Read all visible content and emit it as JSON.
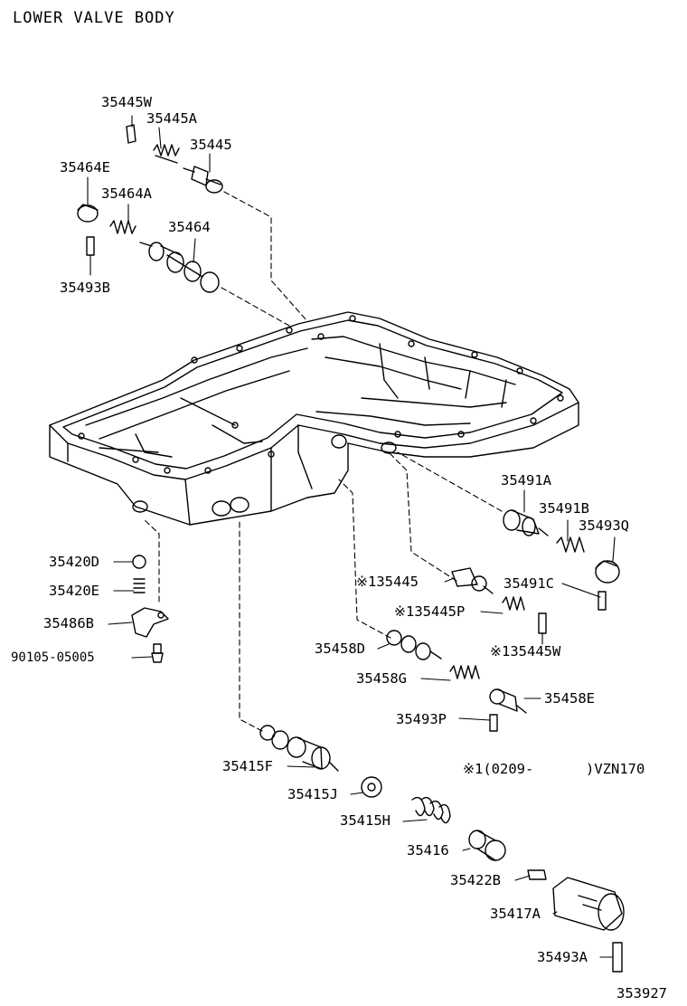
{
  "title": "LOWER VALVE BODY",
  "labels": {
    "p35445W": "35445W",
    "p35445A": "35445A",
    "p35445": "35445",
    "p35464E": "35464E",
    "p35464A": "35464A",
    "p35464": "35464",
    "p35493B": "35493B",
    "p35491A": "35491A",
    "p35491B": "35491B",
    "p35493Q": "35493Q",
    "p35491C": "35491C",
    "p135445": "※135445",
    "p135445P": "※135445P",
    "p135445W": "※135445W",
    "p35458D": "35458D",
    "p35458G": "35458G",
    "p35458E": "35458E",
    "p35493P": "35493P",
    "p35420D": "35420D",
    "p35420E": "35420E",
    "p35486B": "35486B",
    "p90105": "90105-05005",
    "p35415F": "35415F",
    "p35415J": "35415J",
    "p35415H": "35415H",
    "p35416": "35416",
    "p35422B": "35422B",
    "p35417A": "35417A",
    "p35493A": "35493A"
  },
  "footnote": {
    "mark": "※1(0209-",
    "model": ")VZN170"
  },
  "figure_number": "353927"
}
